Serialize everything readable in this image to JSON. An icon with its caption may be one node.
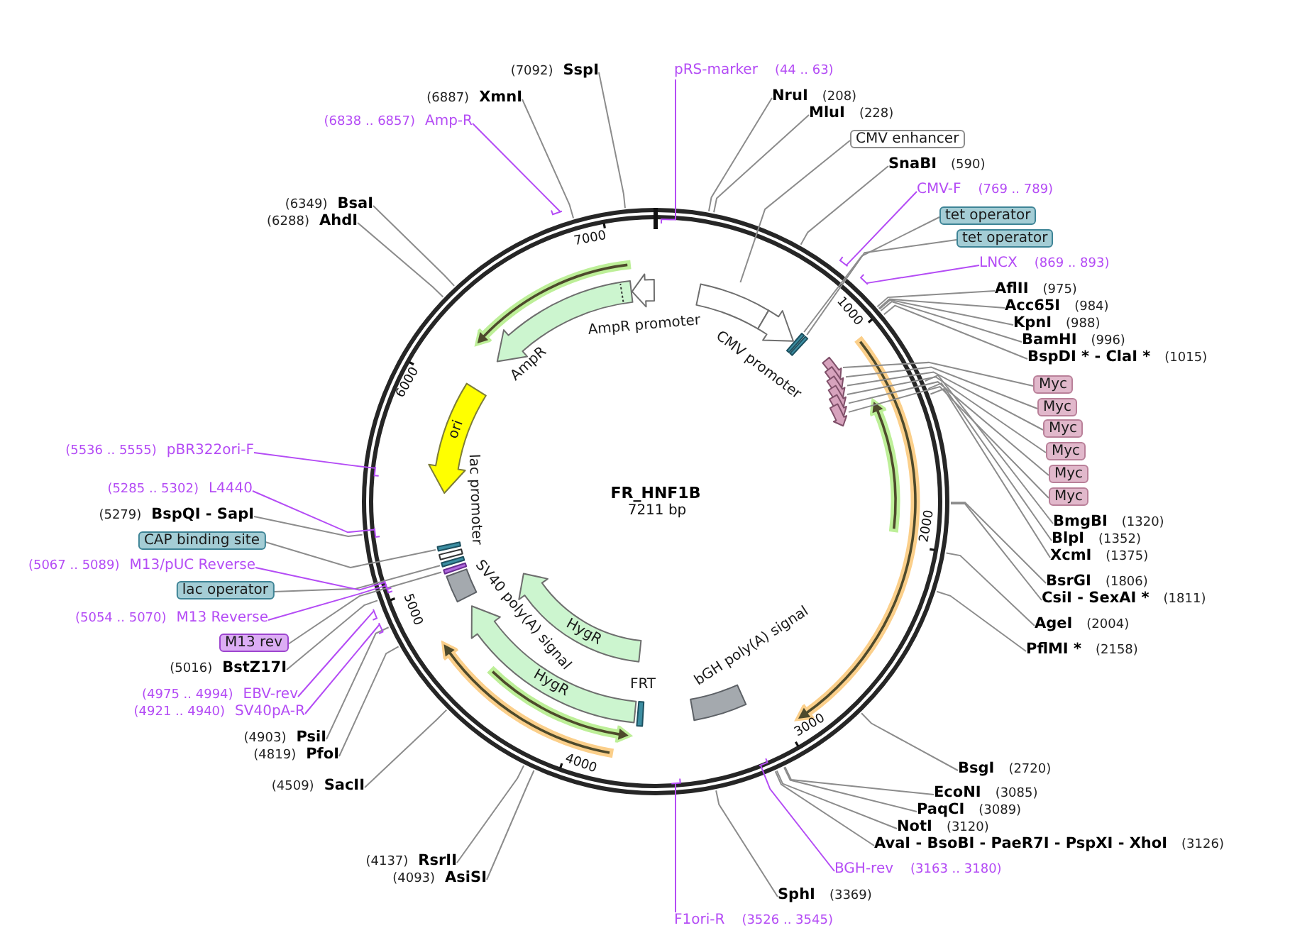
{
  "diagram": {
    "title": "FR_HNF1B",
    "nodes": [
      {
        "text": [
          "pRS-marker",
          "(44 .. 63)"
        ]
      },
      {
        "text": [
          "NruI",
          "(208)"
        ]
      },
      {
        "text": [
          "MluI",
          "(228)"
        ]
      },
      {
        "text": [
          "CMV enhancer"
        ]
      },
      {
        "text": [
          "SnaBI",
          "(590)"
        ]
      },
      {
        "text": [
          "CMV-F",
          "(769 .. 789)"
        ]
      },
      {
        "text": [
          "tet operator"
        ]
      },
      {
        "text": [
          "tet operator"
        ]
      },
      {
        "text": [
          "LNCX",
          "(869 .. 893)"
        ]
      },
      {
        "text": [
          "AflII",
          "(975)"
        ]
      },
      {
        "text": [
          "Acc65I",
          "(984)"
        ]
      },
      {
        "text": [
          "KpnI",
          "(988)"
        ]
      },
      {
        "text": [
          "BamHI",
          "(996)"
        ]
      },
      {
        "text": [
          "BspDI * - ClaI *",
          "(1015)"
        ]
      },
      {
        "text": [
          "Myc"
        ]
      },
      {
        "text": [
          "Myc"
        ]
      },
      {
        "text": [
          "Myc"
        ]
      },
      {
        "text": [
          "Myc"
        ]
      },
      {
        "text": [
          "Myc"
        ]
      },
      {
        "text": [
          "Myc"
        ]
      },
      {
        "text": [
          "BmgBI",
          "(1320)"
        ]
      },
      {
        "text": [
          "BlpI",
          "(1352)"
        ]
      },
      {
        "text": [
          "XcmI",
          "(1375)"
        ]
      },
      {
        "text": [
          "BsrGI",
          "(1806)"
        ]
      },
      {
        "text": [
          "CsiI - SexAI *",
          "(1811)"
        ]
      },
      {
        "text": [
          "AgeI",
          "(2004)"
        ]
      },
      {
        "text": [
          "PflMI *",
          "(2158)"
        ]
      },
      {
        "text": [
          "BsgI",
          "(2720)"
        ]
      },
      {
        "text": [
          "EcoNI",
          "(3085)"
        ]
      },
      {
        "text": [
          "PaqCI",
          "(3089)"
        ]
      },
      {
        "text": [
          "NotI",
          "(3120)"
        ]
      },
      {
        "text": [
          "AvaI - BsoBI - PaeR7I - PspXI - XhoI",
          "(3126)"
        ]
      },
      {
        "text": [
          "BGH-rev",
          "(3163 .. 3180)"
        ]
      },
      {
        "text": [
          "SphI",
          "(3369)"
        ]
      },
      {
        "text": [
          "F1ori-R",
          "(3526 .. 3545)"
        ]
      },
      {
        "text": [
          "(4093)",
          "AsiSI"
        ]
      },
      {
        "text": [
          "(4137)",
          "RsrII"
        ]
      },
      {
        "text": [
          "(4509)",
          "SacII"
        ]
      },
      {
        "text": [
          "(4819)",
          "PfoI"
        ]
      },
      {
        "text": [
          "(4903)",
          "PsiI"
        ]
      },
      {
        "text": [
          "(4921 .. 4940)",
          "SV40pA-R"
        ]
      },
      {
        "text": [
          "(4975 .. 4994)",
          "EBV-rev"
        ]
      },
      {
        "text": [
          "(5016)",
          "BstZ17I"
        ]
      },
      {
        "text": [
          "M13 rev"
        ]
      },
      {
        "text": [
          "(5054 .. 5070)",
          "M13 Reverse"
        ]
      },
      {
        "text": [
          "lac operator"
        ]
      },
      {
        "text": [
          "(5067 .. 5089)",
          "M13/pUC Reverse"
        ]
      },
      {
        "text": [
          "CAP binding site"
        ]
      },
      {
        "text": [
          "(5279)",
          "BspQI - SapI"
        ]
      },
      {
        "text": [
          "(5285 .. 5302)",
          "L4440"
        ]
      },
      {
        "text": [
          "(5536 .. 5555)",
          "pBR322ori-F"
        ]
      },
      {
        "text": [
          "(6288)",
          "AhdI"
        ]
      },
      {
        "text": [
          "(6349)",
          "BsaI"
        ]
      },
      {
        "text": [
          "(6838 .. 6857)",
          "Amp-R"
        ]
      },
      {
        "text": [
          "(6887)",
          "XmnI"
        ]
      },
      {
        "text": [
          "(7092)",
          "SspI"
        ]
      },
      {
        "text": [],
        "shape": "bar"
      },
      {
        "text": [],
        "shape": "arrow",
        "beside": [
          "CMV promoter"
        ]
      },
      {
        "text": [],
        "shape": "bar"
      },
      {
        "text": [],
        "shape": "bar"
      },
      {
        "text": [],
        "shape": "arrow"
      },
      {
        "text": [],
        "shape": "arrow"
      },
      {
        "text": [],
        "shape": "arrow"
      },
      {
        "text": [],
        "shape": "arrow"
      },
      {
        "text": [],
        "shape": "arrow"
      },
      {
        "text": [],
        "shape": "arrow"
      },
      {
        "text": [],
        "shape": "bar",
        "beside": [
          "bGH poly(A) signal"
        ]
      },
      {
        "text": [],
        "shape": "bar"
      },
      {
        "text": [
          "HygR"
        ]
      },
      {
        "text": [
          "HygR"
        ]
      },
      {
        "text": [],
        "shape": "bar",
        "beside": [
          "SV40 poly(A) signal"
        ]
      },
      {
        "text": [],
        "shape": "bar"
      },
      {
        "text": [],
        "shape": "bar"
      },
      {
        "text": [],
        "shape": "bar",
        "beside": [
          "lac promoter"
        ]
      },
      {
        "text": [],
        "shape": "bar"
      },
      {
        "text": [
          "ori"
        ]
      },
      {
        "text": [],
        "shape": "arrow",
        "beside": [
          "AmpR"
        ]
      },
      {
        "text": [],
        "shape": "arrow"
      }
    ],
    "edges": [
      {
        "from": 0,
        "to": null,
        "arrow": "none",
        "color": "#b44cf5"
      },
      {
        "from": 1,
        "to": null,
        "arrow": "none"
      },
      {
        "from": 2,
        "to": null,
        "arrow": "none"
      },
      {
        "from": 3,
        "to": 56,
        "arrow": "none"
      },
      {
        "from": 4,
        "to": null,
        "arrow": "none"
      },
      {
        "from": 5,
        "to": null,
        "arrow": "none",
        "color": "#b44cf5"
      },
      {
        "from": 6,
        "to": 58,
        "arrow": "none"
      },
      {
        "from": 7,
        "to": 59,
        "arrow": "none"
      },
      {
        "from": 8,
        "to": null,
        "arrow": "none",
        "color": "#b44cf5"
      },
      {
        "from": 9,
        "to": null,
        "arrow": "none"
      },
      {
        "from": 10,
        "to": null,
        "arrow": "none"
      },
      {
        "from": 11,
        "to": null,
        "arrow": "none"
      },
      {
        "from": 12,
        "to": null,
        "arrow": "none"
      },
      {
        "from": 13,
        "to": null,
        "arrow": "none"
      },
      {
        "from": 14,
        "to": 60,
        "arrow": "none"
      },
      {
        "from": 15,
        "to": 61,
        "arrow": "none"
      },
      {
        "from": 16,
        "to": 62,
        "arrow": "none"
      },
      {
        "from": 17,
        "to": 63,
        "arrow": "none"
      },
      {
        "from": 18,
        "to": 64,
        "arrow": "none"
      },
      {
        "from": 19,
        "to": 65,
        "arrow": "none"
      },
      {
        "from": 20,
        "to": null,
        "arrow": "none"
      },
      {
        "from": 21,
        "to": null,
        "arrow": "none"
      },
      {
        "from": 22,
        "to": null,
        "arrow": "none"
      },
      {
        "from": 23,
        "to": null,
        "arrow": "none"
      },
      {
        "from": 24,
        "to": null,
        "arrow": "none"
      },
      {
        "from": 25,
        "to": null,
        "arrow": "none"
      },
      {
        "from": 26,
        "to": null,
        "arrow": "none"
      },
      {
        "from": 27,
        "to": null,
        "arrow": "none"
      },
      {
        "from": 28,
        "to": null,
        "arrow": "none"
      },
      {
        "from": 29,
        "to": null,
        "arrow": "none"
      },
      {
        "from": 30,
        "to": null,
        "arrow": "none"
      },
      {
        "from": 31,
        "to": null,
        "arrow": "none"
      },
      {
        "from": 32,
        "to": null,
        "arrow": "none",
        "color": "#b44cf5"
      },
      {
        "from": 33,
        "to": null,
        "arrow": "none"
      },
      {
        "from": 34,
        "to": null,
        "arrow": "none",
        "color": "#b44cf5"
      },
      {
        "from": 35,
        "to": null,
        "arrow": "none"
      },
      {
        "from": 36,
        "to": null,
        "arrow": "none"
      },
      {
        "from": 37,
        "to": null,
        "arrow": "none"
      },
      {
        "from": 38,
        "to": null,
        "arrow": "none"
      },
      {
        "from": 39,
        "to": null,
        "arrow": "none"
      },
      {
        "from": 40,
        "to": null,
        "arrow": "none",
        "color": "#b44cf5"
      },
      {
        "from": 41,
        "to": null,
        "arrow": "none",
        "color": "#b44cf5"
      },
      {
        "from": 42,
        "to": null,
        "arrow": "none"
      },
      {
        "from": 43,
        "to": 71,
        "arrow": "none"
      },
      {
        "from": 44,
        "to": null,
        "arrow": "none",
        "color": "#b44cf5"
      },
      {
        "from": 45,
        "to": 72,
        "arrow": "none"
      },
      {
        "from": 46,
        "to": null,
        "arrow": "none",
        "color": "#b44cf5"
      },
      {
        "from": 47,
        "to": 74,
        "arrow": "none"
      },
      {
        "from": 48,
        "to": null,
        "arrow": "none"
      },
      {
        "from": 49,
        "to": null,
        "arrow": "none",
        "color": "#b44cf5"
      },
      {
        "from": 50,
        "to": null,
        "arrow": "none",
        "color": "#b44cf5"
      },
      {
        "from": 51,
        "to": null,
        "arrow": "none"
      },
      {
        "from": 52,
        "to": null,
        "arrow": "none"
      },
      {
        "from": 53,
        "to": null,
        "arrow": "none",
        "color": "#b44cf5"
      },
      {
        "from": 54,
        "to": null,
        "arrow": "none"
      },
      {
        "from": 55,
        "to": null,
        "arrow": "none"
      }
    ],
    "labels": [
      "7000",
      "1000",
      "AmpR promoter",
      "6000",
      "7211 bp",
      "2000",
      "5000",
      "FRT",
      "3000",
      "4000"
    ]
  }
}
